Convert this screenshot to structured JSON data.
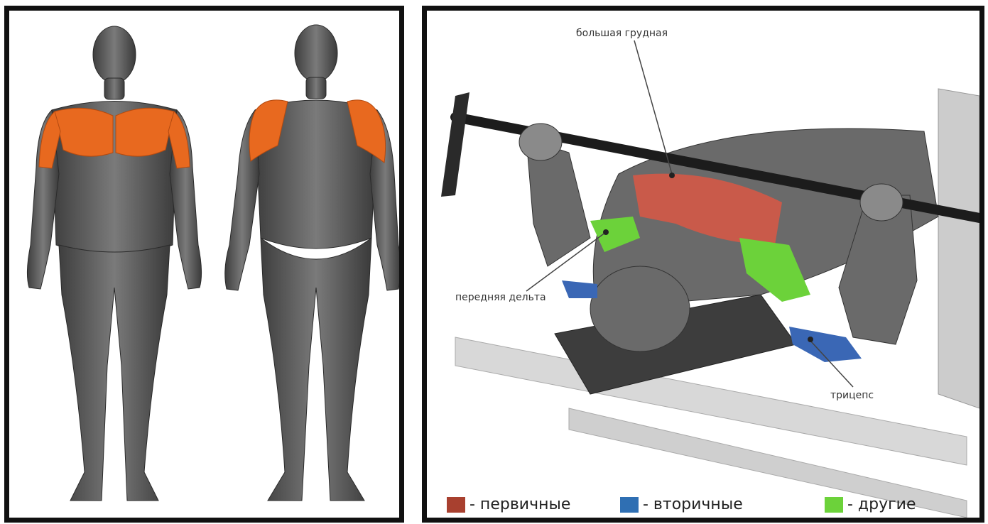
{
  "labels": {
    "pectoralis": "большая грудная",
    "front_delt": "передняя дельта",
    "triceps": "трицепс"
  },
  "legend": [
    {
      "text": "- первичные",
      "color": "#a8402f"
    },
    {
      "text": "- вторичные",
      "color": "#2f6fb3"
    },
    {
      "text": "- другие",
      "color": "#6cd23a"
    }
  ],
  "colors": {
    "primary_muscle": "#e8691f",
    "pec_bench": "#c95a4a",
    "delt_bench": "#6cd23a",
    "triceps_bench": "#3a67b5",
    "body": "#5a5a5a"
  }
}
